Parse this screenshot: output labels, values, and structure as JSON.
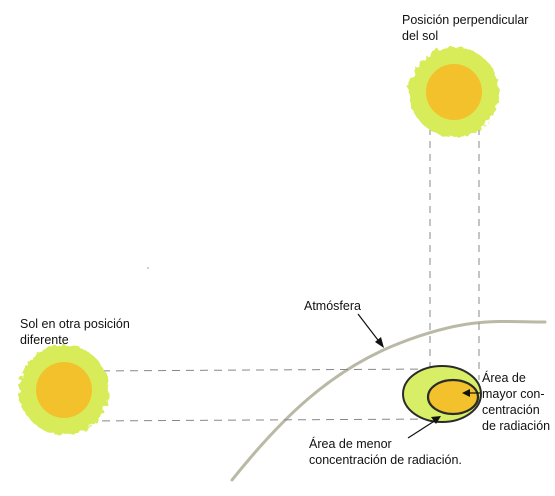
{
  "labels": {
    "sun_perpendicular": [
      "Posición perpendicular",
      "del sol"
    ],
    "sun_other": [
      "Sol en otra posición",
      "diferente"
    ],
    "atmosphere": "Atmósfera",
    "greater_area": [
      "Área de",
      "mayor con-",
      "centración",
      "de radiación"
    ],
    "lesser_area": [
      "Área de menor",
      "concentración de radiación."
    ]
  },
  "colors": {
    "sun_rays": "#d8ec5a",
    "sun_core": "#f2c12c",
    "area_outer_fill": "#d8ee66",
    "area_inner_fill": "#f2c12c",
    "atmosphere_line": "#b9b9a6",
    "dashes": "#888888",
    "text": "#111111"
  }
}
